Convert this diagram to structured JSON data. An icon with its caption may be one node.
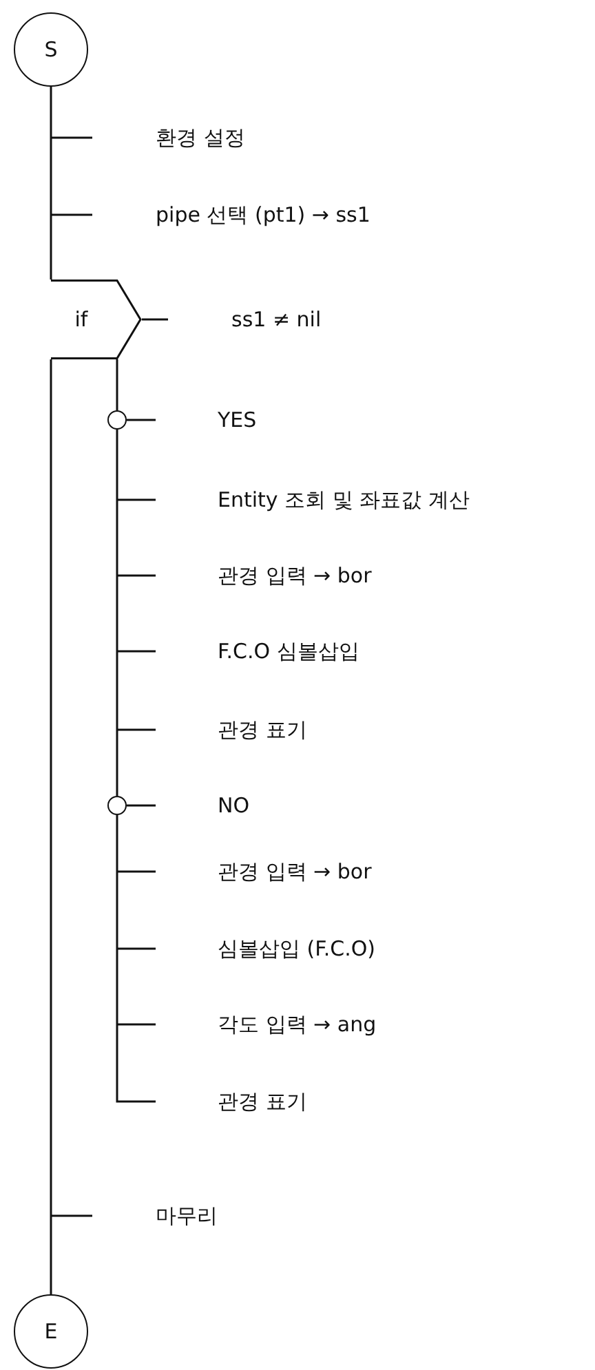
{
  "diagram": {
    "nodes": [
      {
        "text": [
          "S"
        ]
      },
      {
        "text": [
          "if"
        ]
      },
      {
        "text": [],
        "shape": "circle"
      },
      {
        "text": [],
        "shape": "circle"
      },
      {
        "text": [
          "E"
        ]
      }
    ],
    "edges": [
      {
        "from": 0,
        "to": 1,
        "arrow": "none"
      },
      {
        "from": 1,
        "to": 4,
        "arrow": "none"
      },
      {
        "from": 1,
        "to": 2,
        "arrow": "none"
      },
      {
        "from": 2,
        "to": 3,
        "arrow": "none"
      }
    ],
    "labels": [
      "환경 설정",
      "pipe 선택 (pt1) → ss1",
      "ss1 ≠ nil",
      "YES",
      "Entity 조회 및 좌표값 계산",
      "관경 입력 → bor",
      "F.C.O 심볼삽입",
      "관경 표기",
      "NO",
      "관경 입력 → bor",
      "심볼삽입 (F.C.O)",
      "각도 입력 → ang",
      "관경 표기",
      "마무리"
    ]
  }
}
